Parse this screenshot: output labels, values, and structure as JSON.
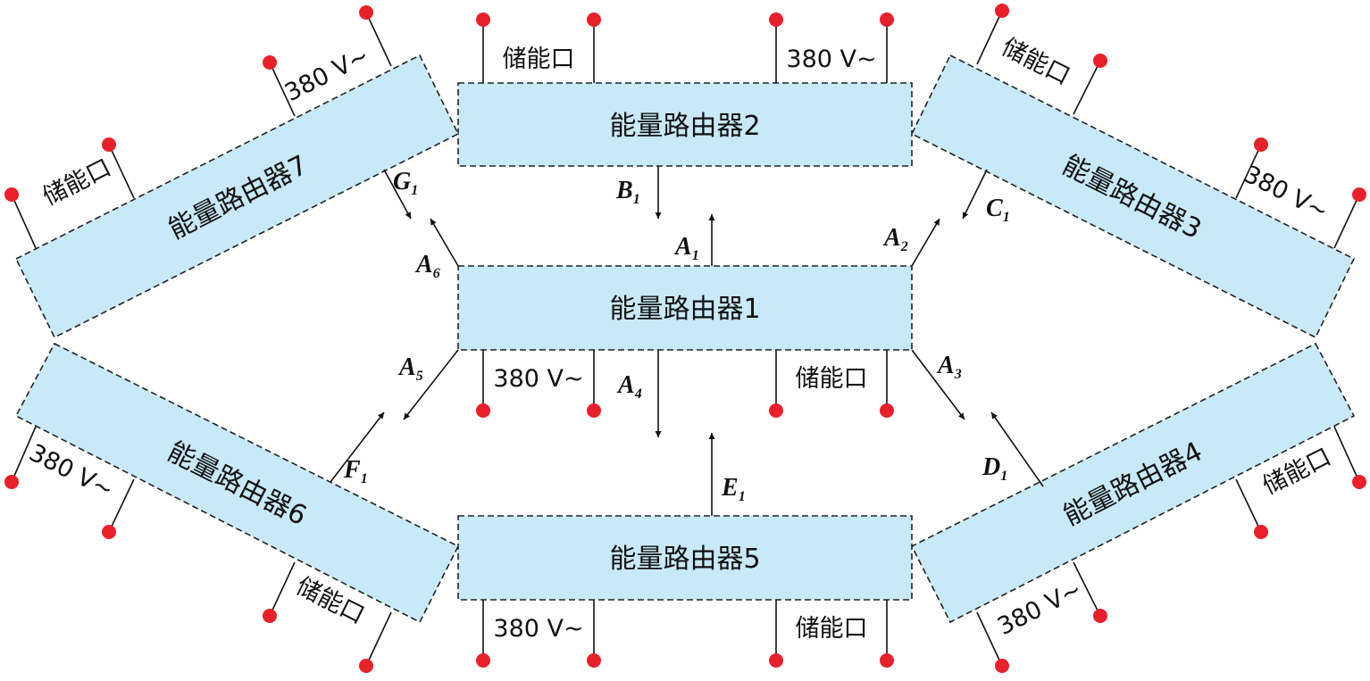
{
  "colors": {
    "box_fill": "#c8e9f8",
    "terminal_dot": "#e8202a",
    "line": "#111111"
  },
  "routers": [
    {
      "id": "1",
      "label": "能量路由器1"
    },
    {
      "id": "2",
      "label": "能量路由器2"
    },
    {
      "id": "3",
      "label": "能量路由器3"
    },
    {
      "id": "4",
      "label": "能量路由器4"
    },
    {
      "id": "5",
      "label": "能量路由器5"
    },
    {
      "id": "6",
      "label": "能量路由器6"
    },
    {
      "id": "7",
      "label": "能量路由器7"
    }
  ],
  "ports": {
    "storage": "储能口",
    "ac": "380 V~"
  },
  "arrows": [
    {
      "id": "A1",
      "letter": "A",
      "sub": "1"
    },
    {
      "id": "A2",
      "letter": "A",
      "sub": "2"
    },
    {
      "id": "A3",
      "letter": "A",
      "sub": "3"
    },
    {
      "id": "A4",
      "letter": "A",
      "sub": "4"
    },
    {
      "id": "A5",
      "letter": "A",
      "sub": "5"
    },
    {
      "id": "A6",
      "letter": "A",
      "sub": "6"
    },
    {
      "id": "B1",
      "letter": "B",
      "sub": "1"
    },
    {
      "id": "C1",
      "letter": "C",
      "sub": "1"
    },
    {
      "id": "D1",
      "letter": "D",
      "sub": "1"
    },
    {
      "id": "E1",
      "letter": "E",
      "sub": "1"
    },
    {
      "id": "F1",
      "letter": "F",
      "sub": "1"
    },
    {
      "id": "G1",
      "letter": "G",
      "sub": "1"
    }
  ]
}
